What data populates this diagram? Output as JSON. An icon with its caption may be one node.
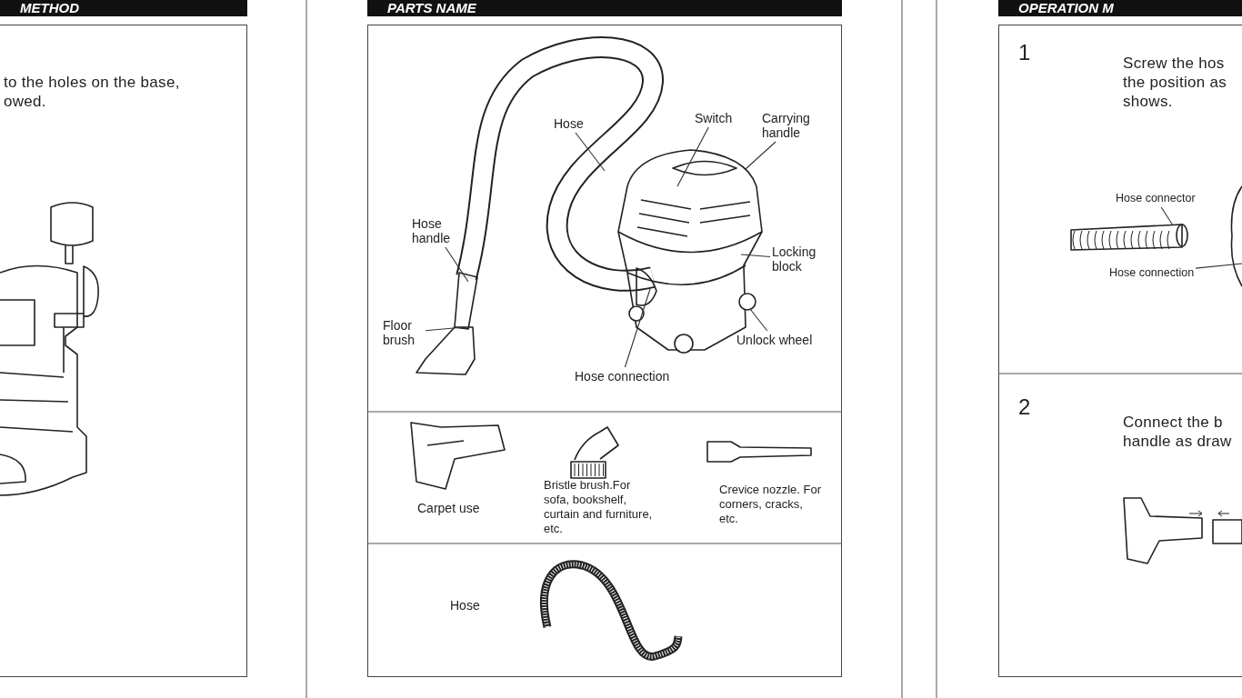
{
  "diagram": {
    "nodes": [
      {
        "text": [
          "Hose"
        ]
      },
      {
        "text": [
          "Switch"
        ]
      },
      {
        "text": [
          "Carrying handle"
        ]
      },
      {
        "text": [
          "Hose handle"
        ]
      },
      {
        "text": [
          "Locking block"
        ]
      },
      {
        "text": [
          "Floor brush"
        ]
      },
      {
        "text": [
          "Unlock wheel"
        ]
      },
      {
        "text": [
          "Hose connection"
        ]
      },
      {
        "text": [
          "Hose connector"
        ]
      },
      {
        "text": [
          "Hose connection"
        ]
      }
    ],
    "edges": [
      {
        "from": 0,
        "to": null,
        "arrow": "none"
      },
      {
        "from": 1,
        "to": null,
        "arrow": "none"
      },
      {
        "from": 2,
        "to": null,
        "arrow": "none"
      },
      {
        "from": 3,
        "to": null,
        "arrow": "none"
      },
      {
        "from": 4,
        "to": null,
        "arrow": "none"
      },
      {
        "from": 5,
        "to": null,
        "arrow": "none"
      },
      {
        "from": 6,
        "to": null,
        "arrow": "none"
      },
      {
        "from": 7,
        "to": null,
        "arrow": "none"
      },
      {
        "from": 8,
        "to": null,
        "arrow": "none"
      },
      {
        "from": 9,
        "to": null,
        "arrow": "none"
      }
    ],
    "labels": [
      "METHOD",
      "PARTS NAME",
      "OPERATION M",
      "to the holes on the base,",
      "owed.",
      "1",
      "Screw the hos",
      "the position as",
      "shows.",
      "Carpet use",
      "Bristle brush.For sofa, bookshelf, curtain and furniture, etc.",
      "Crevice nozzle. For corners, cracks, etc.",
      "2",
      "Connect the b",
      "handle as draw",
      "Hose"
    ]
  }
}
